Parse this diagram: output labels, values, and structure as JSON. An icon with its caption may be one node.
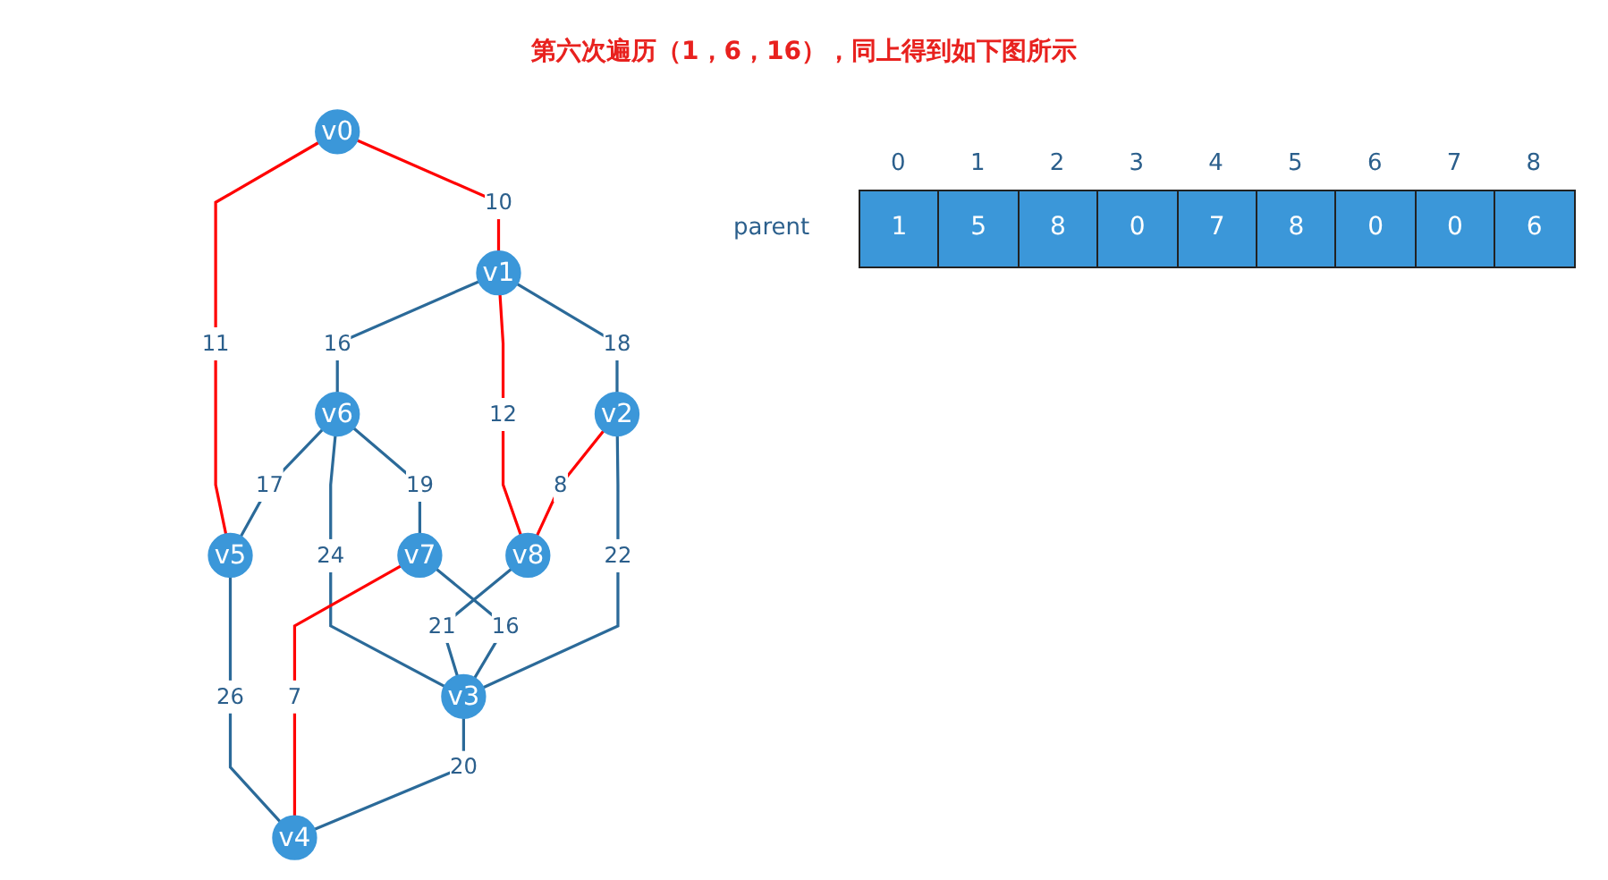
{
  "diagram": {
    "title": "第六次遍历（1，6，16），同上得到如下图所示",
    "nodes": [
      {
        "text": [
          "v0"
        ]
      },
      {
        "text": [
          "v1"
        ]
      },
      {
        "text": [
          "v6"
        ]
      },
      {
        "text": [
          "v5"
        ]
      },
      {
        "text": [
          "v8"
        ]
      },
      {
        "text": [
          "v7"
        ]
      },
      {
        "text": [
          "v2"
        ]
      },
      {
        "text": [
          "v3"
        ]
      },
      {
        "text": [
          "v4"
        ]
      }
    ],
    "edges": [
      {
        "from": 0,
        "to": 1,
        "arrow": "none",
        "label": "10",
        "color": "#ff0000"
      },
      {
        "from": 0,
        "to": 3,
        "arrow": "none",
        "label": "11",
        "color": "#ff0000"
      },
      {
        "from": 1,
        "to": 2,
        "arrow": "none",
        "label": "16"
      },
      {
        "from": 2,
        "to": 3,
        "arrow": "none",
        "label": "17"
      },
      {
        "from": 1,
        "to": 6,
        "arrow": "none",
        "label": "18"
      },
      {
        "from": 1,
        "to": 4,
        "arrow": "none",
        "label": "12",
        "color": "#ff0000"
      },
      {
        "from": 2,
        "to": 5,
        "arrow": "none",
        "label": "19"
      },
      {
        "from": 2,
        "to": 7,
        "arrow": "none",
        "label": "24"
      },
      {
        "from": 3,
        "to": 8,
        "arrow": "none",
        "label": "26"
      },
      {
        "from": 6,
        "to": 4,
        "arrow": "none",
        "label": "8",
        "color": "#ff0000"
      },
      {
        "from": 4,
        "to": 7,
        "arrow": "none",
        "label": "21"
      },
      {
        "from": 5,
        "to": 7,
        "arrow": "none",
        "label": "16"
      },
      {
        "from": 5,
        "to": 8,
        "arrow": "none",
        "label": "7",
        "color": "#ff0000"
      },
      {
        "from": 6,
        "to": 7,
        "arrow": "none",
        "label": "22"
      },
      {
        "from": 7,
        "to": 8,
        "arrow": "none",
        "label": "20"
      }
    ],
    "labels": [
      "0",
      "1",
      "2",
      "3",
      "4",
      "5",
      "6",
      "7",
      "8",
      "parent",
      "1",
      "5",
      "8",
      "0",
      "7",
      "8",
      "0",
      "0",
      "6"
    ]
  }
}
